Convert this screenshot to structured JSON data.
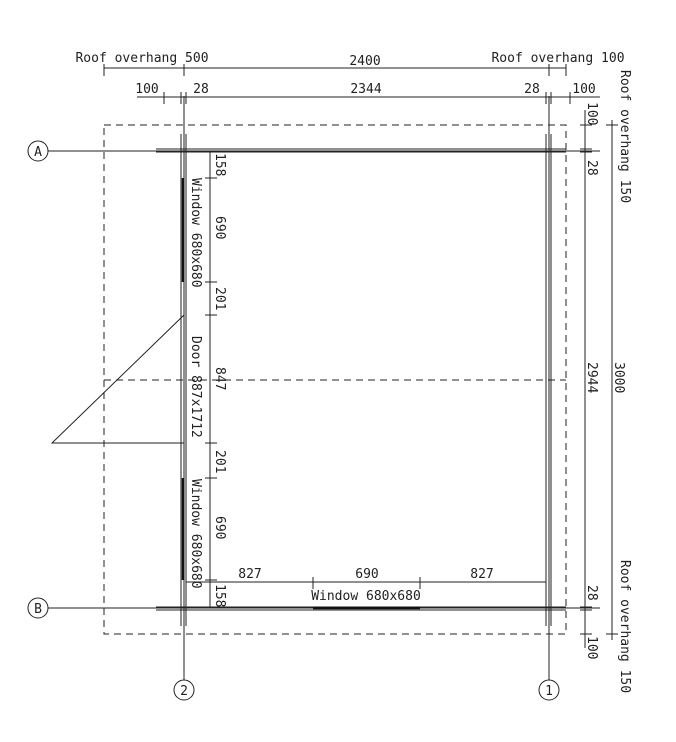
{
  "top_dims": {
    "roof_overhang_left": "Roof overhang 500",
    "total_width": "2400",
    "roof_overhang_right": "Roof overhang 100",
    "left_offset": "100",
    "left_wall": "28",
    "inner_width": "2344",
    "right_wall": "28",
    "right_offset": "100"
  },
  "right_dims": {
    "roof_overhang_top": "Roof overhang 150",
    "top_offset": "100",
    "top_wall": "28",
    "inner_depth": "2944",
    "total_depth": "3000",
    "bottom_wall": "28",
    "bottom_offset": "100",
    "roof_overhang_bottom": "Roof overhang 150"
  },
  "left_wall_dims": {
    "d1": "158",
    "window1_size": "690",
    "d2": "201",
    "door_size": "847",
    "d3": "201",
    "window2_size": "690",
    "d4": "158"
  },
  "openings": {
    "window_left_top": "Window 680x680",
    "door": "Door 887x1712",
    "window_left_bottom": "Window 680x680",
    "window_bottom": "Window 680x680"
  },
  "bottom_wall_dims": {
    "left": "827",
    "middle": "690",
    "right": "827"
  },
  "axes": {
    "a": "A",
    "b": "B",
    "one": "1",
    "two": "2"
  }
}
